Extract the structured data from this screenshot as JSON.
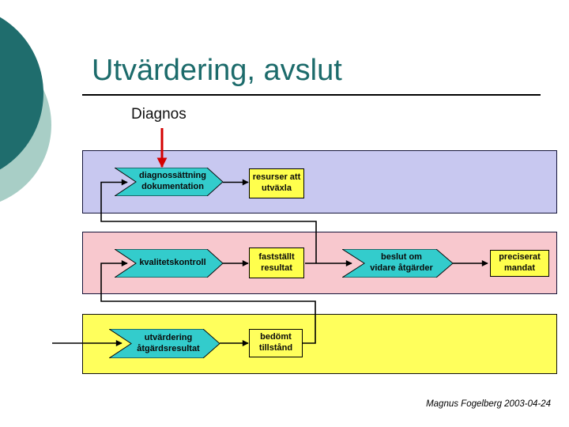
{
  "title": "Utvärdering, avslut",
  "diagnos_label": "Diagnos",
  "footer": "Magnus Fogelberg 2003-04-24",
  "colors": {
    "title_text": "#1c6b6b",
    "band_diagnos": "#c8c8f0",
    "band_kvalitetskontroll": "#f8c8ce",
    "band_utvardering": "#ffff5c",
    "chevron_fill": "#33cccc",
    "box_fill": "#ffff4d",
    "red_arrow": "#d40000",
    "decor_circle_dark": "#1f6d6d",
    "decor_circle_light": "#a8cec6",
    "connector": "#000000"
  },
  "bands": [
    {
      "name": "diagnos",
      "chevron": {
        "line1": "diagnossättning",
        "line2": "dokumentation"
      },
      "box": {
        "line1": "resurser att",
        "line2": "utväxla"
      }
    },
    {
      "name": "kvalitetskontroll",
      "chevron": {
        "line1": "kvalitetskontroll",
        "line2": ""
      },
      "box": {
        "line1": "fastställt",
        "line2": "resultat"
      },
      "chevron2": {
        "line1": "beslut om",
        "line2": "vidare åtgärder"
      },
      "box2": {
        "line1": "preciserat",
        "line2": "mandat"
      }
    },
    {
      "name": "utvardering",
      "chevron": {
        "line1": "utvärdering",
        "line2": "åtgärdsresultat"
      },
      "box": {
        "line1": "bedömt",
        "line2": "tillstånd"
      }
    }
  ]
}
